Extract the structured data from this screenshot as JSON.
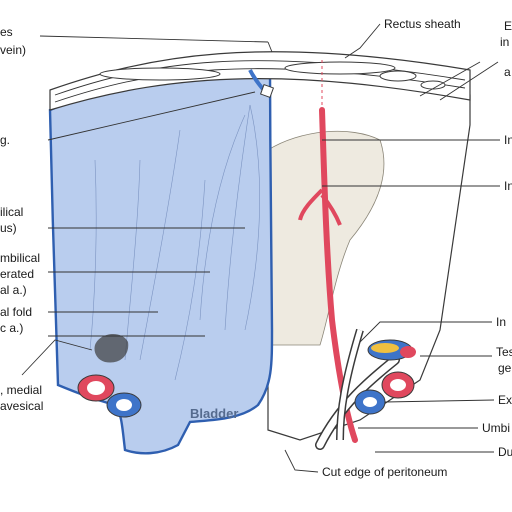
{
  "colors": {
    "peritoneum": "#b9cdee",
    "peritoneum_edge": "#2f5fb0",
    "artery": "#e0485e",
    "vein": "#3e74c9",
    "sheath": "#ffffff",
    "fascia": "#eeeae0",
    "outline": "#3a3a3a",
    "nerve": "#f0c040"
  },
  "labels": {
    "top_left_1": "es",
    "top_left_2": "vein)",
    "rectus_sheath": "Rectus sheath",
    "top_right_1": "E",
    "top_right_2": "in",
    "top_right_3": "a",
    "left_lig": "g.",
    "umbilical_1": "ilical",
    "umbilical_2": "us)",
    "med_umb_1": "mbilical",
    "med_umb_2": "erated",
    "med_umb_3": "al a.)",
    "lat_fold_1": "al fold",
    "lat_fold_2": "c a.)",
    "medial_1": ", medial",
    "medial_2": "avesical",
    "bladder": "Bladder",
    "right_in_a": "In",
    "right_in_b": "In",
    "right_tes_1": "Tes",
    "right_tes_2": "ge",
    "right_ex": "Ex",
    "right_umbi": "Umbi",
    "right_du": "Du",
    "cut_edge": "Cut edge of peritoneum"
  }
}
